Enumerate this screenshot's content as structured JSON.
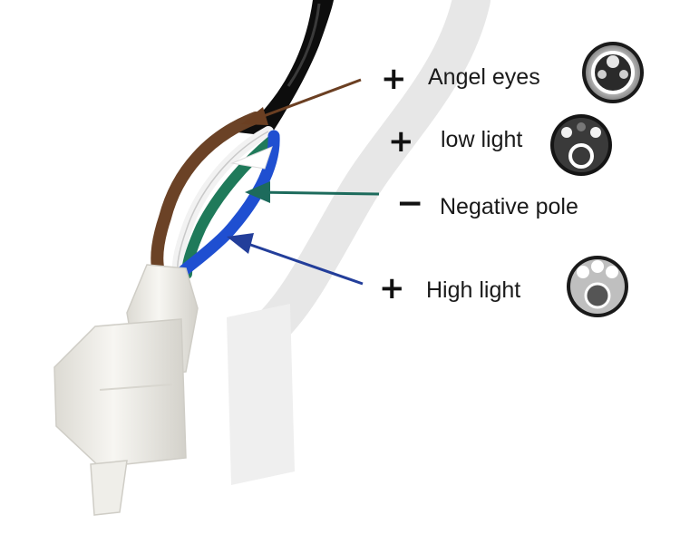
{
  "colors": {
    "background": "#ffffff",
    "wire_brown": "#6b4226",
    "wire_white": "#f2f2f2",
    "wire_green": "#1f7a5a",
    "wire_blue": "#1f4fd1",
    "arrow_brown": "#6b3f22",
    "arrow_white": "#ffffff",
    "arrow_teal": "#1d6b5c",
    "arrow_blue": "#233e9a",
    "sheath": "#0d0d0d",
    "connector": "#ecebe6"
  },
  "labels": [
    {
      "sign": "+",
      "text": "Angel eyes",
      "icon": "headlight-angel-eyes-icon"
    },
    {
      "sign": "+",
      "text": "low light",
      "icon": "headlight-low-beam-icon"
    },
    {
      "sign": "−",
      "text": "Negative pole",
      "icon": ""
    },
    {
      "sign": "+",
      "text": "High light",
      "icon": "headlight-high-beam-icon"
    }
  ]
}
